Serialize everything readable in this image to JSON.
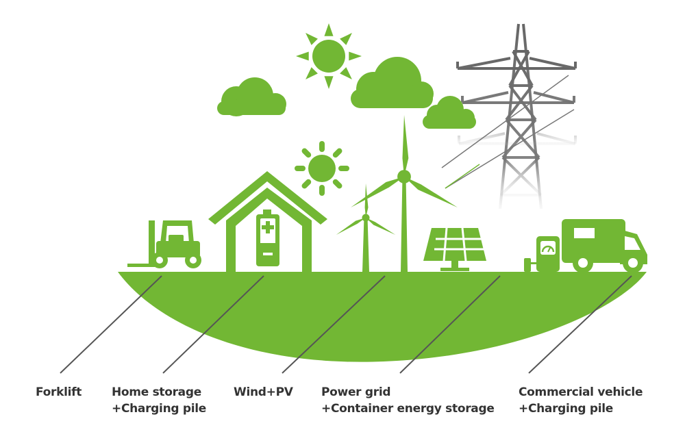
{
  "colors": {
    "green": "#72b734",
    "tower": "#666666",
    "leader": "#555555",
    "text": "#333333"
  },
  "labels": {
    "forklift": {
      "line1": "Forklift"
    },
    "home": {
      "line1": "Home storage",
      "line2": "+Charging pile"
    },
    "wind": {
      "line1": "Wind+PV"
    },
    "grid": {
      "line1": "Power grid",
      "line2": "+Container energy storage"
    },
    "vehicle": {
      "line1": "Commercial vehicle",
      "line2": "+Charging pile"
    }
  },
  "icons": [
    "sun-icon",
    "cloud-icon",
    "pylon-icon",
    "house-icon",
    "battery-icon",
    "wind-turbine-icon",
    "solar-panel-icon",
    "forklift-icon",
    "charging-pile-icon",
    "truck-icon"
  ]
}
